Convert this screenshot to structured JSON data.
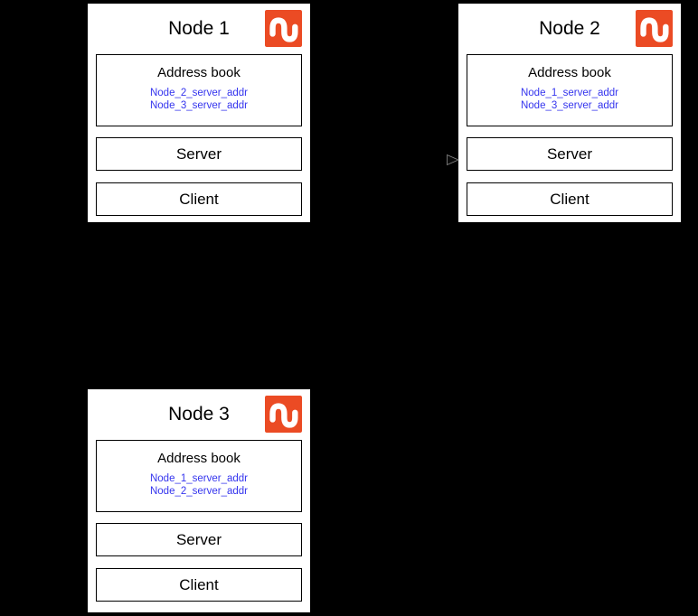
{
  "canvas": {
    "background": "#000000"
  },
  "colors": {
    "node_background": "#FFFFFF",
    "box_border": "#000000",
    "link_text": "#3535EE",
    "logo_background": "#EB4B24",
    "logo_glyph": "#FFFFFF"
  },
  "icons": {
    "logo": "stumbleupon-icon",
    "connector": "arrowhead-right-icon"
  },
  "nodes": [
    {
      "title": "Node 1",
      "address_book": {
        "title": "Address book",
        "entries": [
          "Node_2_server_addr",
          "Node_3_server_addr"
        ]
      },
      "server_label": "Server",
      "client_label": "Client"
    },
    {
      "title": "Node 2",
      "address_book": {
        "title": "Address book",
        "entries": [
          "Node_1_server_addr",
          "Node_3_server_addr"
        ]
      },
      "server_label": "Server",
      "client_label": "Client"
    },
    {
      "title": "Node 3",
      "address_book": {
        "title": "Address book",
        "entries": [
          "Node_1_server_addr",
          "Node_2_server_addr"
        ]
      },
      "server_label": "Server",
      "client_label": "Client"
    }
  ]
}
